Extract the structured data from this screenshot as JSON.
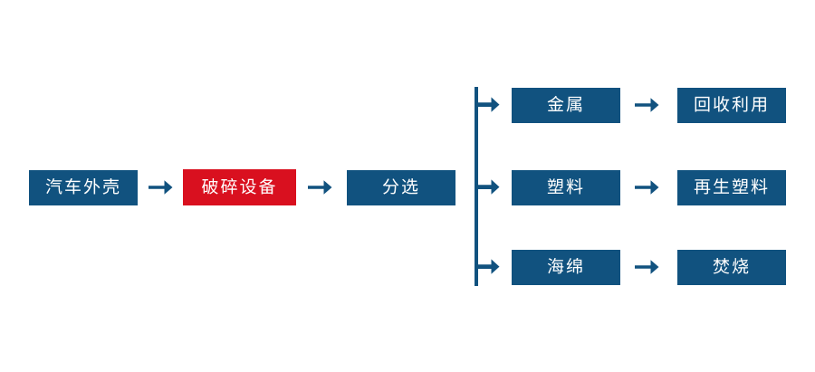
{
  "diagram": {
    "type": "flowchart",
    "orientation": "left-to-right",
    "background_color": "#ffffff",
    "colors": {
      "primary_blue": "#11527f",
      "highlight_red": "#d9101f",
      "node_text": "#ffffff",
      "connector": "#11527f"
    },
    "main_chain": [
      {
        "id": "node-car-shell",
        "label": "汽车外壳",
        "style": "blue"
      },
      {
        "id": "node-crusher",
        "label": "破碎设备",
        "style": "red"
      },
      {
        "id": "node-sorting",
        "label": "分选",
        "style": "blue"
      }
    ],
    "branches": [
      {
        "id": "branch-metal",
        "material": {
          "id": "node-metal",
          "label": "金属",
          "style": "blue"
        },
        "outcome": {
          "id": "node-recycle",
          "label": "回收利用",
          "style": "blue"
        }
      },
      {
        "id": "branch-plastic",
        "material": {
          "id": "node-plastic",
          "label": "塑料",
          "style": "blue"
        },
        "outcome": {
          "id": "node-recycled-plastic",
          "label": "再生塑料",
          "style": "blue"
        }
      },
      {
        "id": "branch-sponge",
        "material": {
          "id": "node-sponge",
          "label": "海绵",
          "style": "blue"
        },
        "outcome": {
          "id": "node-incineration",
          "label": "焚烧",
          "style": "blue"
        }
      }
    ],
    "icons": {
      "arrow": "arrow-right-icon",
      "branch_arrow": "branch-arrow-right-icon",
      "split_bar": "vertical-split-bar"
    }
  }
}
